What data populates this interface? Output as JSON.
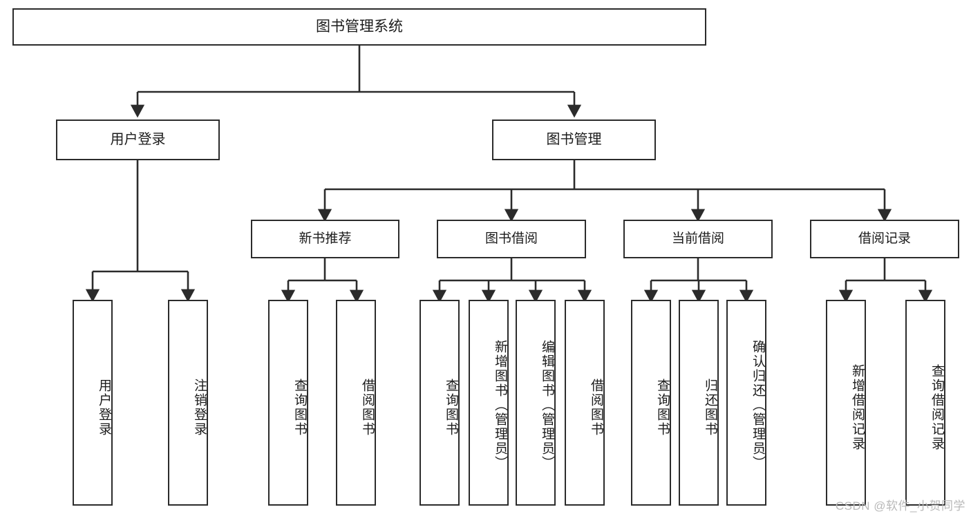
{
  "diagram": {
    "type": "tree-hierarchy",
    "title": "图书管理系统",
    "orientation": "top-down",
    "edge_color": "#2b2b2b",
    "node_fill": "#ffffff",
    "node_border": "#2b2b2b"
  },
  "root": {
    "label": "图书管理系统"
  },
  "level1": [
    {
      "label": "用户登录"
    },
    {
      "label": "图书管理"
    }
  ],
  "level2": [
    {
      "label": "新书推荐"
    },
    {
      "label": "图书借阅"
    },
    {
      "label": "当前借阅"
    },
    {
      "label": "借阅记录"
    }
  ],
  "leaves": {
    "user_login": [
      {
        "label": "用户登录"
      },
      {
        "label": "注销登录"
      }
    ],
    "new_book_recommend": [
      {
        "label": "查询图书"
      },
      {
        "label": "借阅图书"
      }
    ],
    "book_borrow": [
      {
        "label": "查询图书"
      },
      {
        "label": "新增图书（管理员）"
      },
      {
        "label": "编辑图书（管理员）"
      },
      {
        "label": "借阅图书"
      }
    ],
    "current_borrow": [
      {
        "label": "查询图书"
      },
      {
        "label": "归还图书"
      },
      {
        "label": "确认归还（管理员）"
      }
    ],
    "borrow_record": [
      {
        "label": "新增借阅记录"
      },
      {
        "label": "查询借阅记录"
      }
    ]
  },
  "watermark": {
    "text": "CSDN @软件_小贺同学"
  }
}
